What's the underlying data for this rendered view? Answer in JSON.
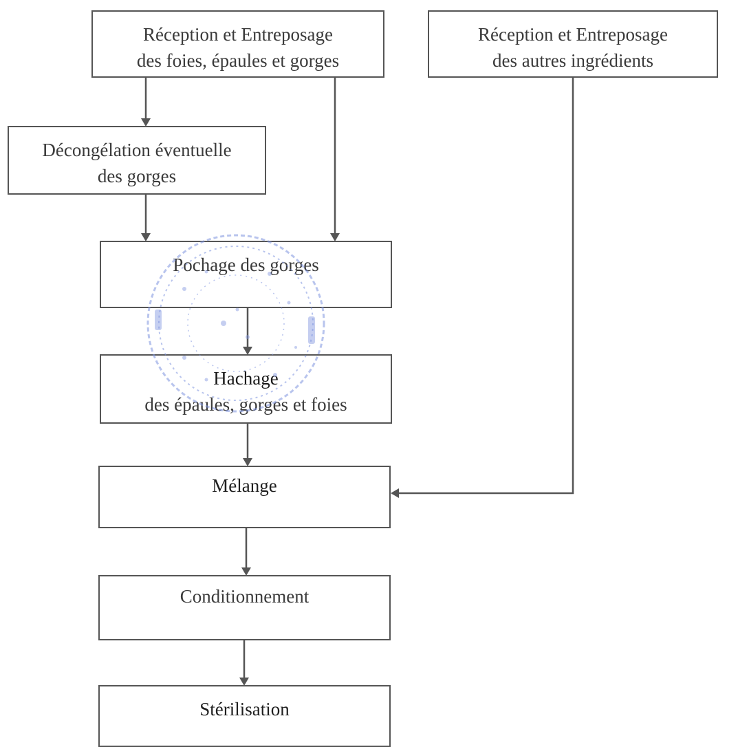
{
  "diagram": {
    "nodes": {
      "reception_main": {
        "line1": "Réception et Entreposage",
        "line2": "des foies, épaules et gorges"
      },
      "reception_autres": {
        "line1": "Réception et Entreposage",
        "line2": "des autres ingrédients"
      },
      "decongelation": {
        "line1": "Décongélation éventuelle",
        "line2": "des gorges"
      },
      "pochage": {
        "line1": "Pochage des gorges"
      },
      "hachage": {
        "line1": "Hachage",
        "line2": "des épaules, gorges et foies"
      },
      "melange": {
        "line1": "Mélange"
      },
      "conditionnement": {
        "line1": "Conditionnement"
      },
      "sterilisation": {
        "line1": "Stérilisation"
      }
    },
    "edges": [
      {
        "from": "reception_main",
        "to": "decongelation"
      },
      {
        "from": "reception_main",
        "to": "pochage"
      },
      {
        "from": "decongelation",
        "to": "pochage"
      },
      {
        "from": "pochage",
        "to": "hachage"
      },
      {
        "from": "hachage",
        "to": "melange"
      },
      {
        "from": "reception_autres",
        "to": "melange"
      },
      {
        "from": "melange",
        "to": "conditionnement"
      },
      {
        "from": "conditionnement",
        "to": "sterilisation"
      }
    ],
    "colors": {
      "box_border": "#555555",
      "arrow": "#555555",
      "text": "#3a3a3a",
      "stamp": "#7f95e0"
    }
  }
}
